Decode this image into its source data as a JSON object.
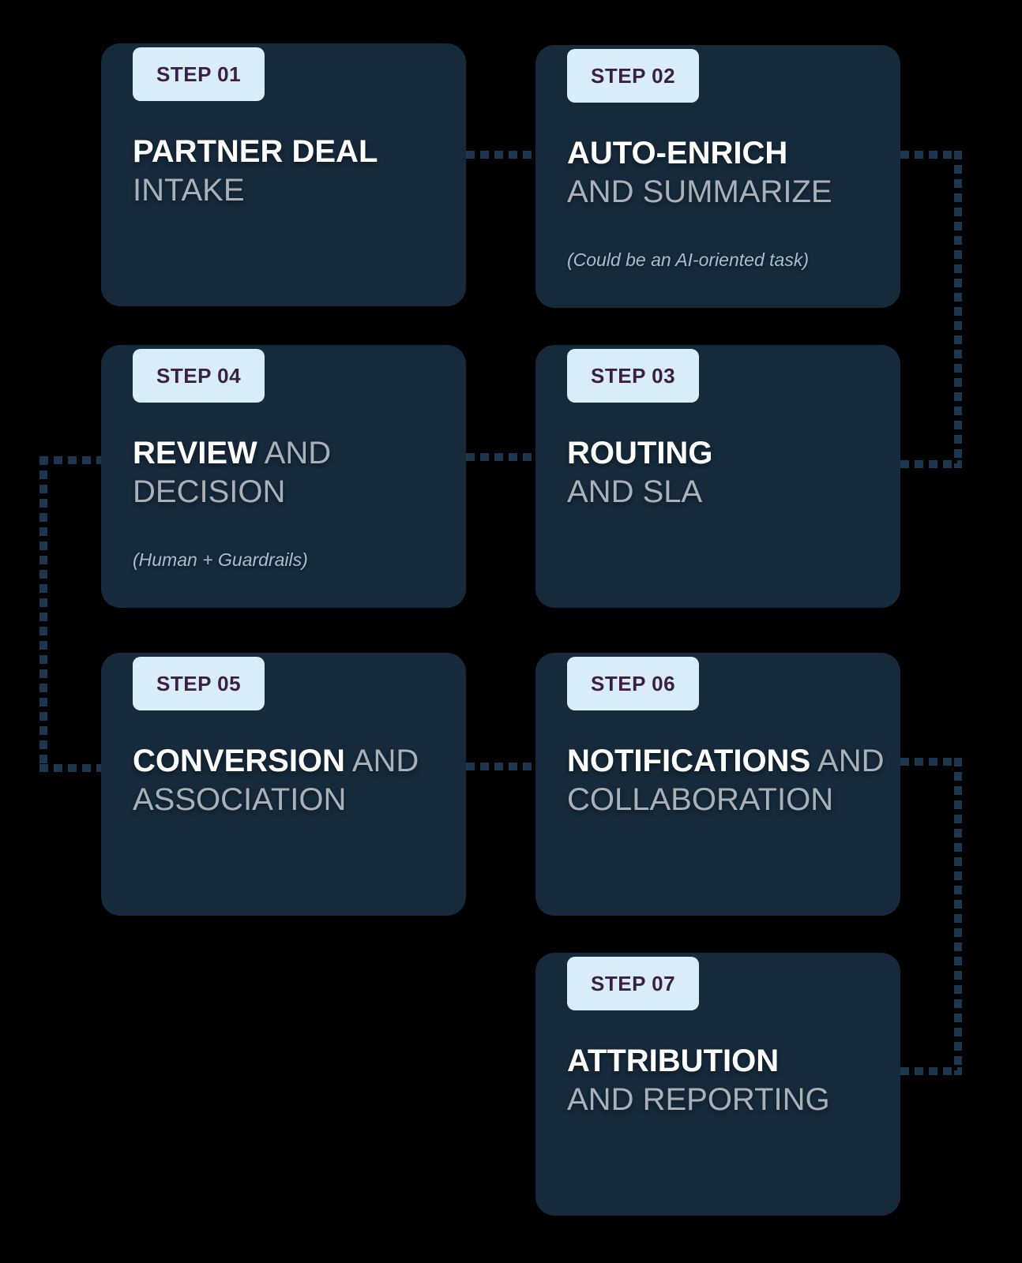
{
  "page": {
    "background": "#000000"
  },
  "palette": {
    "card_bg": "#162A3B",
    "badge_bg": "#D8EDF8",
    "badge_text": "#3A2044",
    "title_strong": "#FFFFFF",
    "title_muted": "#A8B1B9",
    "note_text": "#A9BECC",
    "connector": "#1D3750"
  },
  "cards": [
    {
      "step_label": "STEP 01",
      "line1_strong": "PARTNER DEAL",
      "line1_muted": "",
      "line2_muted": "INTAKE",
      "note": ""
    },
    {
      "step_label": "STEP 02",
      "line1_strong": "AUTO-ENRICH",
      "line1_muted": "",
      "line2_muted": "AND SUMMARIZE",
      "note": "(Could be an AI-oriented task)"
    },
    {
      "step_label": "STEP 03",
      "line1_strong": "ROUTING",
      "line1_muted": "",
      "line2_muted": "AND SLA",
      "note": ""
    },
    {
      "step_label": "STEP 04",
      "line1_strong": "REVIEW",
      "line1_muted": " AND",
      "line2_muted": "DECISION",
      "note": "(Human + Guardrails)"
    },
    {
      "step_label": "STEP 05",
      "line1_strong": "CONVERSION",
      "line1_muted": " AND",
      "line2_muted": "ASSOCIATION",
      "note": ""
    },
    {
      "step_label": "STEP 06",
      "line1_strong": "NOTIFICATIONS",
      "line1_muted": " AND",
      "line2_muted": "COLLABORATION",
      "note": ""
    },
    {
      "step_label": "STEP 07",
      "line1_strong": "ATTRIBUTION",
      "line1_muted": "",
      "line2_muted": "AND REPORTING",
      "note": ""
    }
  ],
  "connections": [
    {
      "from": "STEP 01",
      "to": "STEP 02"
    },
    {
      "from": "STEP 02",
      "to": "STEP 03"
    },
    {
      "from": "STEP 03",
      "to": "STEP 04"
    },
    {
      "from": "STEP 04",
      "to": "STEP 05"
    },
    {
      "from": "STEP 05",
      "to": "STEP 06"
    },
    {
      "from": "STEP 06",
      "to": "STEP 07"
    }
  ]
}
